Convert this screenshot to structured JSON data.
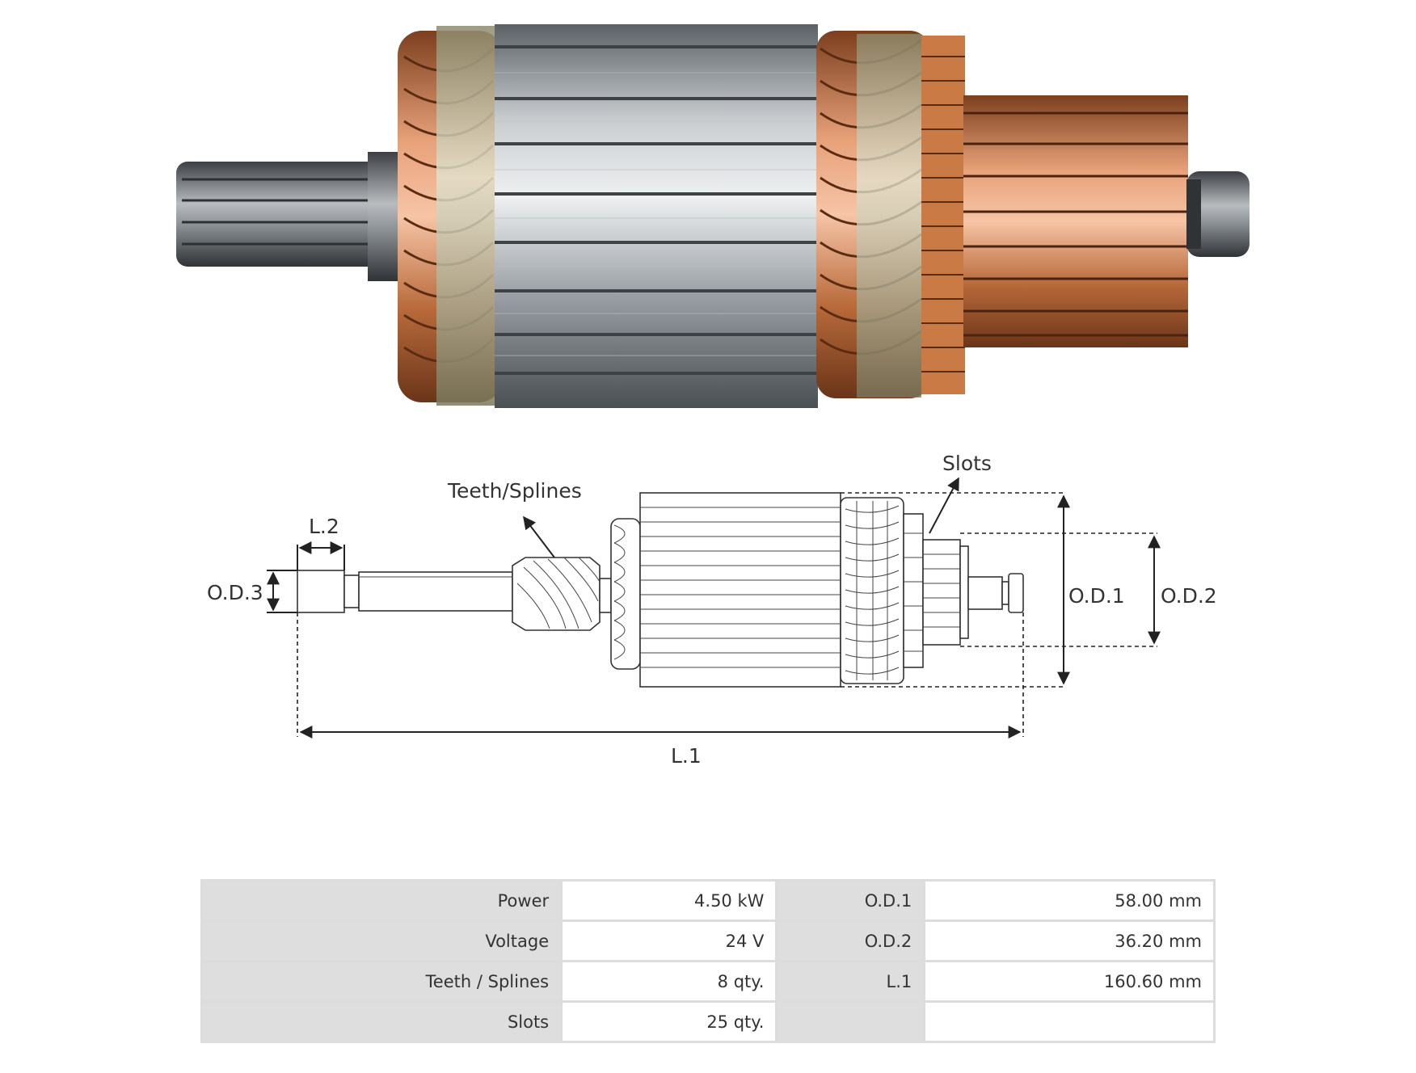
{
  "diagram": {
    "labels": {
      "teeth_splines": "Teeth/Splines",
      "slots": "Slots",
      "l2": "L.2",
      "od3": "O.D.3",
      "od1": "O.D.1",
      "od2": "O.D.2",
      "l1": "L.1"
    }
  },
  "specs": {
    "rows": [
      {
        "k1": "Power",
        "v1": "4.50 kW",
        "k2": "O.D.1",
        "v2": "58.00 mm"
      },
      {
        "k1": "Voltage",
        "v1": "24 V",
        "k2": "O.D.2",
        "v2": "36.20 mm"
      },
      {
        "k1": "Teeth / Splines",
        "v1": "8 qty.",
        "k2": "L.1",
        "v2": "160.60 mm"
      },
      {
        "k1": "Slots",
        "v1": "25 qty.",
        "k2": "",
        "v2": ""
      }
    ]
  },
  "colors": {
    "copper": "#b86a3a",
    "steel": "#9aa0a6",
    "dark_steel": "#5f6569"
  }
}
